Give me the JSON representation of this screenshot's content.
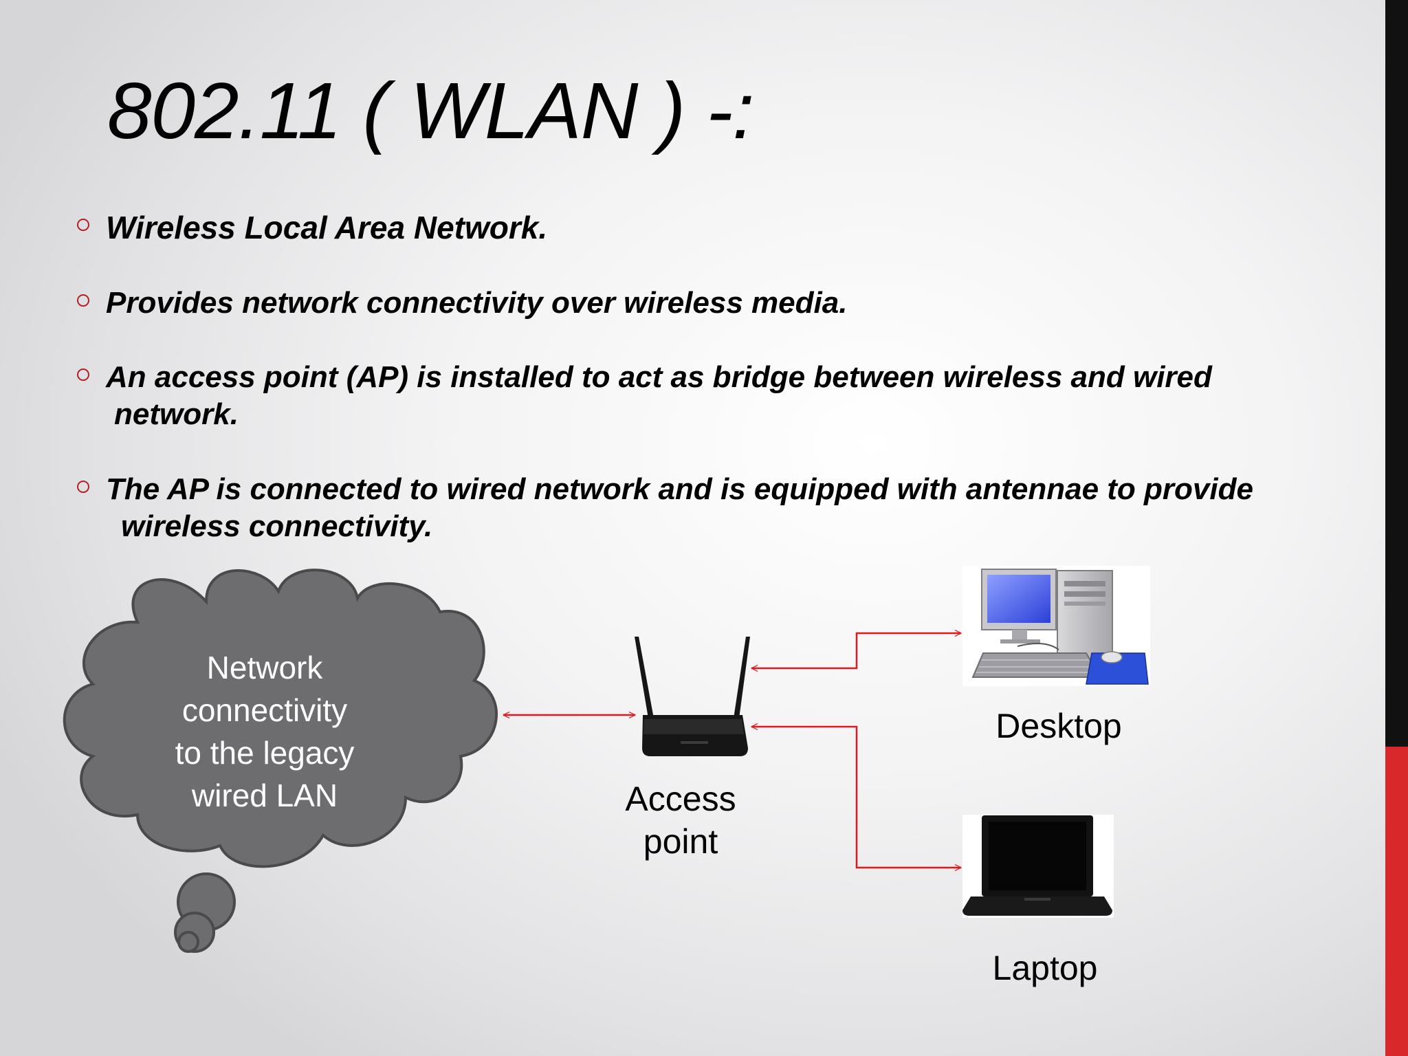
{
  "slide": {
    "title": "802.11 ( WLAN ) -:",
    "accent_colors": {
      "strip": "#111111",
      "strip_accent": "#d8282b",
      "arrow": "#e0191e",
      "cloud_fill": "#6d6d70"
    }
  },
  "bullets": [
    {
      "line1": "Wireless Local Area Network."
    },
    {
      "line1": "Provides network connectivity over wireless media."
    },
    {
      "line1": "An access point (AP) is installed to act as bridge between wireless and wired",
      "line2": "network."
    },
    {
      "line1": "The AP is connected to wired network and is equipped with antennae  to provide",
      "line2": "wireless connectivity."
    }
  ],
  "diagram": {
    "cloud_lines": [
      "Network",
      "connectivity",
      "to the legacy",
      "wired LAN"
    ],
    "access_point_lines": [
      "Access",
      "point"
    ],
    "desktop_label": "Desktop",
    "laptop_label": "Laptop",
    "icons": {
      "router": "wireless-router-icon",
      "desktop": "desktop-computer-icon",
      "laptop": "laptop-icon",
      "cloud": "thought-cloud-shape"
    }
  }
}
